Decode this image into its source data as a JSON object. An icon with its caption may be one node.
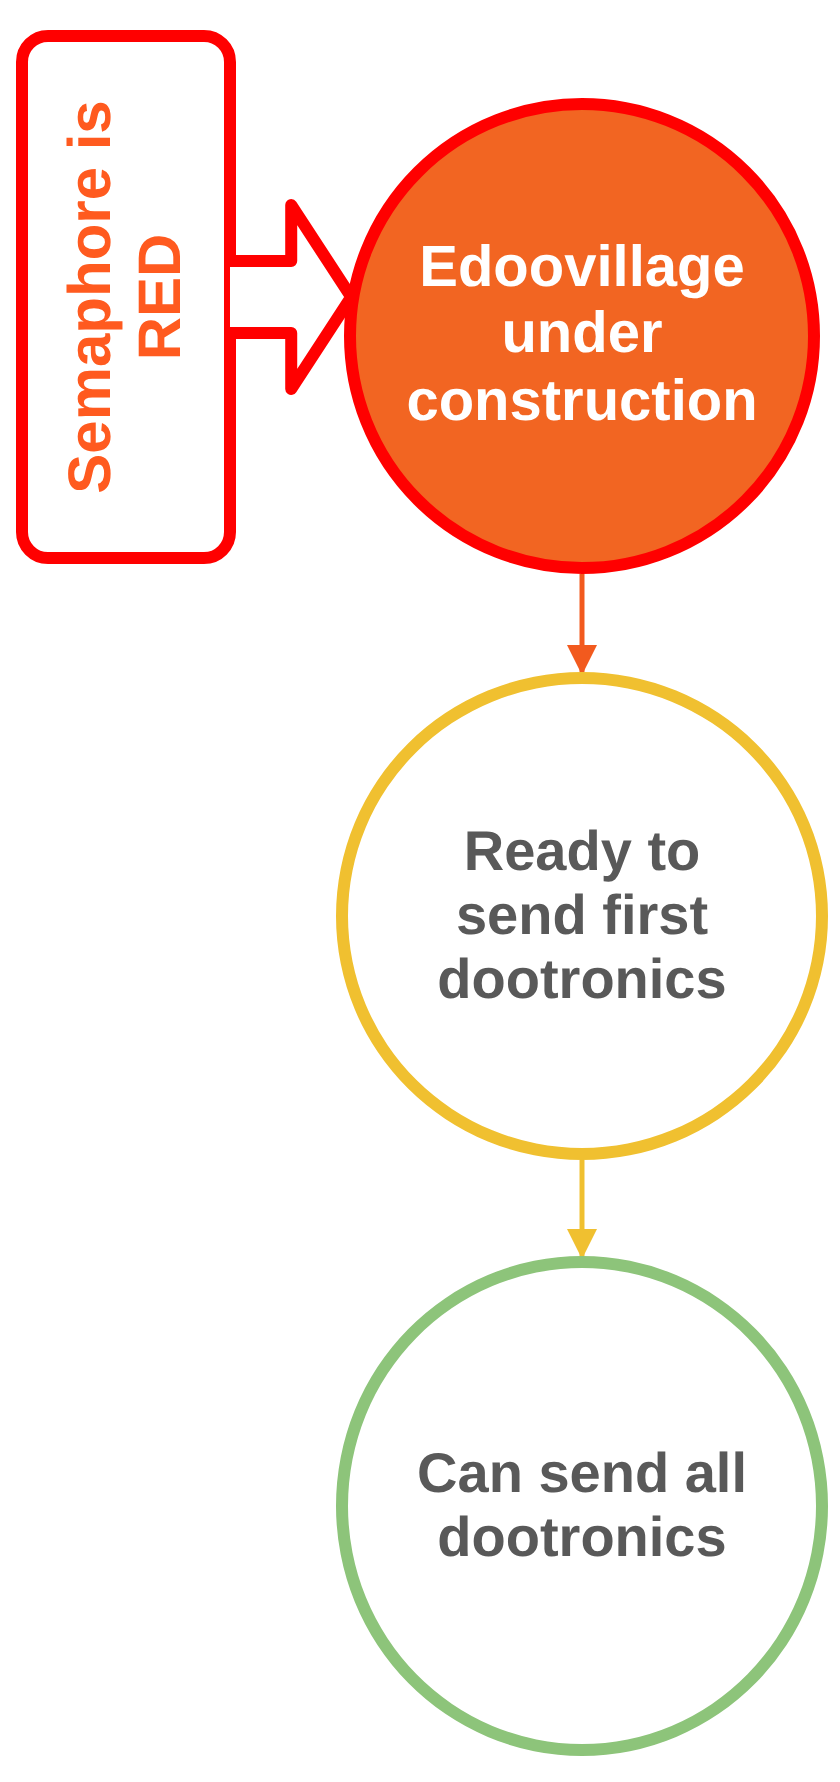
{
  "diagram": {
    "nodes": [
      {
        "text": [
          "Semaphore is RED"
        ]
      },
      {
        "text": [
          "Edoovillage under construction"
        ]
      },
      {
        "text": [
          "Ready to send first dootronics"
        ]
      },
      {
        "text": [
          "Can send all dootronics"
        ]
      }
    ],
    "edges": [
      {
        "from": 0,
        "to": 1,
        "arrow": "to",
        "style": "thick",
        "color": "#ff0000"
      },
      {
        "from": 1,
        "to": 2,
        "arrow": "to",
        "color": "#f25a1e"
      },
      {
        "from": 2,
        "to": 3,
        "arrow": "to",
        "color": "#f0c030"
      }
    ]
  }
}
